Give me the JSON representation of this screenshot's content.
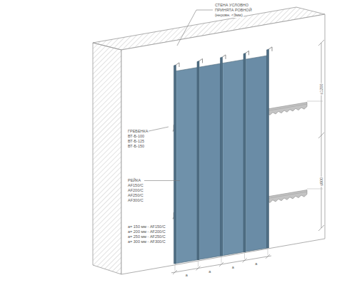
{
  "diagram": {
    "labels": [
      "СТЕНА УСЛОВНО",
      "ПРИНЯТА РОВНОЙ",
      "(неровн. <3мм)",
      "ГРЕБЕНКА",
      "ВТ-Б-100",
      "ВТ-Б-125",
      "ВТ-Б-150",
      "РЕЙКА",
      "AF150/C",
      "AF200/C",
      "AF250/C",
      "AF300/C",
      "a= 150 мм - AF150/C",
      "a= 200 мм - AF200/C",
      "a= 250 мм - AF250/C",
      "a= 300 мм - AF300/C",
      "≤1200",
      "≤600",
      "a",
      "a",
      "a",
      "a"
    ]
  }
}
